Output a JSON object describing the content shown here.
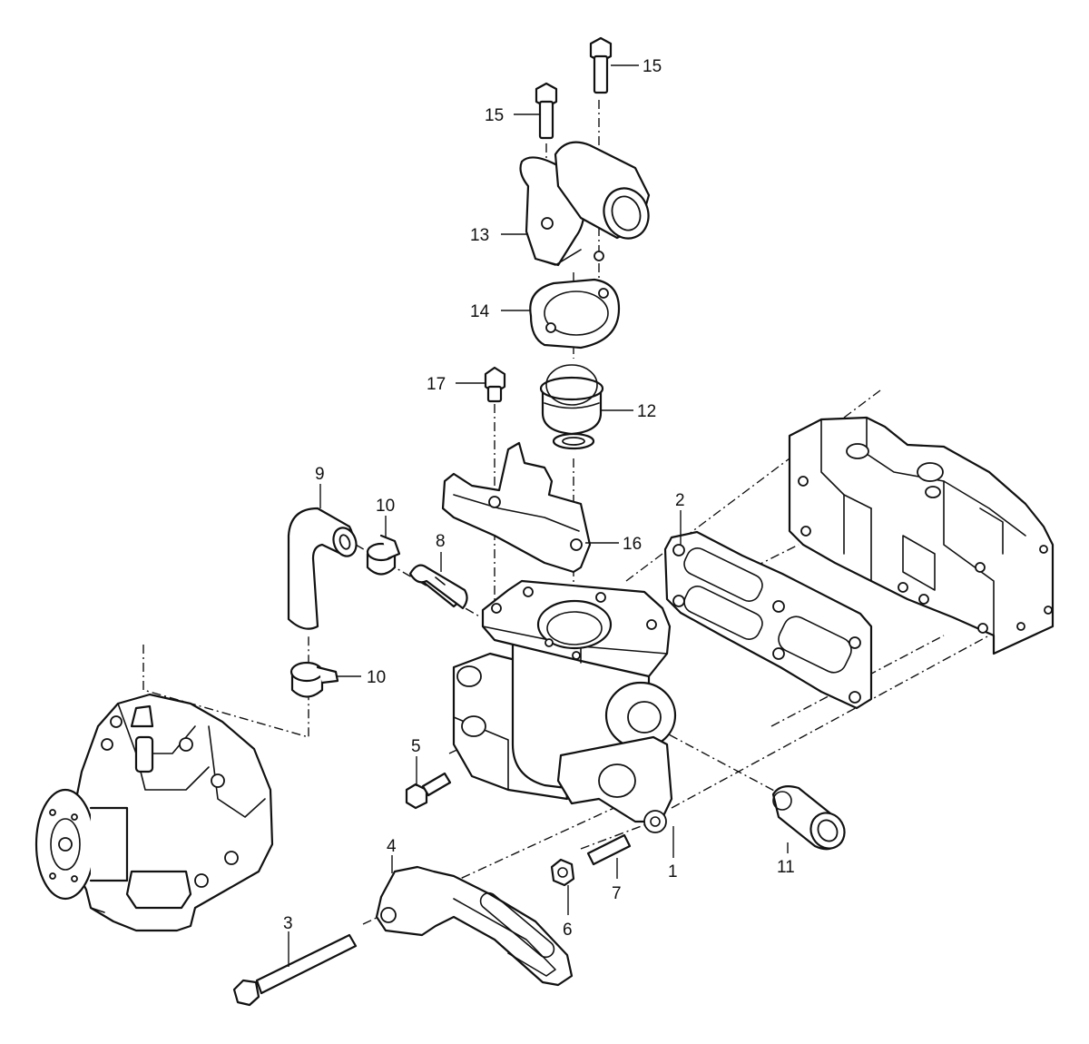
{
  "callouts": {
    "c1": "1",
    "c2": "2",
    "c3": "3",
    "c4": "4",
    "c5": "5",
    "c6": "6",
    "c7": "7",
    "c8": "8",
    "c9": "9",
    "c10a": "10",
    "c10b": "10",
    "c11": "11",
    "c12": "12",
    "c13": "13",
    "c14": "14",
    "c15a": "15",
    "c15b": "15",
    "c16": "16",
    "c17": "17"
  },
  "colors": {
    "line": "#111111",
    "background": "#ffffff"
  }
}
